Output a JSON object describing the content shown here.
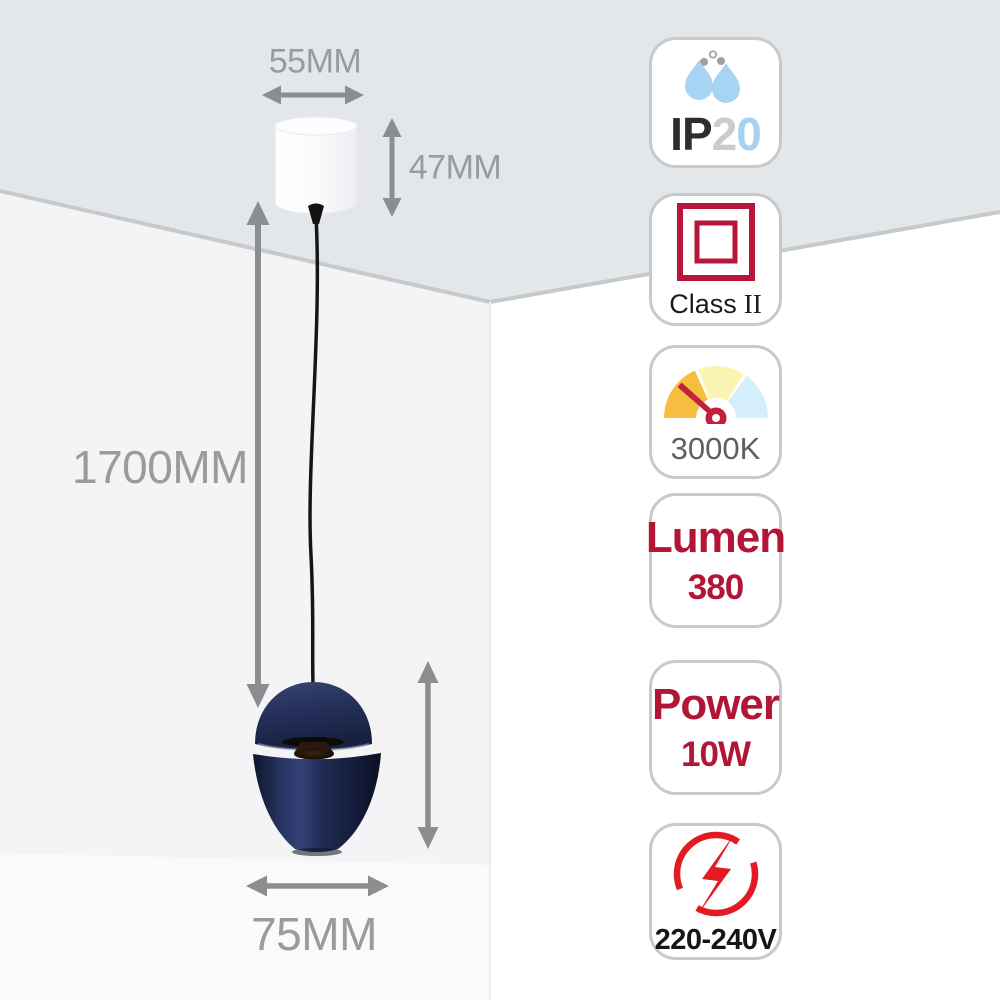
{
  "diagram": {
    "dimensions": {
      "canopy_width": "55MM",
      "canopy_height": "47MM",
      "suspension_drop": "1700MM",
      "shade_width": "75MM"
    }
  },
  "badges": {
    "ip_rating": {
      "prefix": "IP",
      "digit_solid": "2",
      "digit_liquid": "0"
    },
    "insulation_class": {
      "label": "Class",
      "numeral": "II"
    },
    "color_temperature": {
      "value": "3000K"
    },
    "luminous_flux": {
      "label": "Lumen",
      "value": "380"
    },
    "power": {
      "label": "Power",
      "value": "10W"
    },
    "voltage": {
      "range": "220-240V"
    }
  },
  "colors": {
    "accent_crimson": "#b31537",
    "accent_red": "#e21b23",
    "drop_blue": "#a7d3f1",
    "arrow_gray": "#8b8d8e",
    "badge_border": "#c7c9ca",
    "ceiling": "#e3e7ea",
    "ceiling_edge": "#c7caca",
    "left_wall": "#f4f4f6",
    "right_wall": "#ffffff",
    "lamp_navy": "#1c2747",
    "gauge_amber": "#f6bd40",
    "gauge_yellow": "#fbf5b4",
    "gauge_blue": "#d4effb",
    "dimension_text": "#9a9b9d"
  }
}
